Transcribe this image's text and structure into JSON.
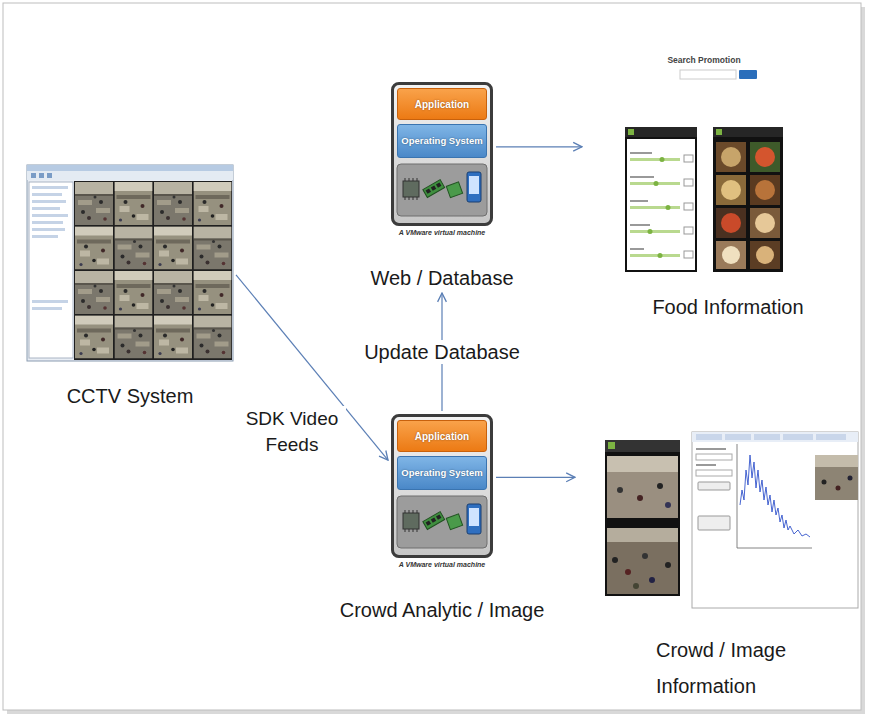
{
  "diagram": {
    "nodes": [
      {
        "text": [
          "CCTV System"
        ]
      },
      {
        "text": [
          "A VMware virtual machine",
          "Web / Database"
        ]
      },
      {
        "text": [
          "Application"
        ],
        "in": 1
      },
      {
        "text": [
          "Operating System"
        ],
        "in": 1
      },
      {
        "text": [
          "A VMware virtual machine",
          "Crowd Analytic / Image"
        ]
      },
      {
        "text": [
          "Application"
        ],
        "in": 4
      },
      {
        "text": [
          "Operating System"
        ],
        "in": 4
      },
      {
        "text": [
          "Food Information"
        ]
      },
      {
        "text": [
          "Crowd / Image Information"
        ]
      }
    ],
    "edges": [
      {
        "from": 0,
        "to": 4,
        "arrow": "to",
        "label": "SDK Video Feeds"
      },
      {
        "from": 4,
        "to": 1,
        "arrow": "to",
        "label": "Update Database"
      },
      {
        "from": 1,
        "to": 7,
        "arrow": "to"
      },
      {
        "from": 4,
        "to": 8,
        "arrow": "to"
      }
    ],
    "labels": [
      "Search Promotion"
    ]
  }
}
